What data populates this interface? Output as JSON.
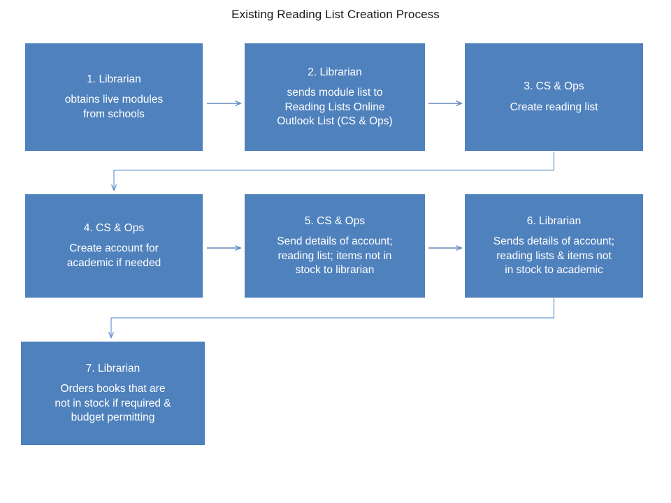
{
  "title": "Existing Reading List Creation Process",
  "theme": {
    "box_fill": "#4F81BD",
    "box_text": "#FFFFFF",
    "connector": "#5B8DC8",
    "title_color": "#1A1A1A",
    "background": "#FFFFFF"
  },
  "boxes": [
    {
      "id": "1",
      "header": "1. Librarian",
      "body": "obtains live modules\nfrom schools"
    },
    {
      "id": "2",
      "header": "2. Librarian",
      "body": "sends  module list to\nReading Lists Online\nOutlook List (CS & Ops)"
    },
    {
      "id": "3",
      "header": "3. CS & Ops",
      "body": "Create reading list"
    },
    {
      "id": "4",
      "header": "4. CS & Ops",
      "body": "Create account for\nacademic if needed"
    },
    {
      "id": "5",
      "header": "5. CS & Ops",
      "body": "Send details of account;\nreading list; items not in\nstock to librarian"
    },
    {
      "id": "6",
      "header": "6. Librarian",
      "body": "Sends details of account;\nreading lists & items not\nin stock to academic"
    },
    {
      "id": "7",
      "header": "7. Librarian",
      "body": "Orders books that are\nnot in stock if required &\nbudget permitting"
    }
  ],
  "connectors": [
    {
      "name": "arrow-1-to-2",
      "kind": "horizontal"
    },
    {
      "name": "arrow-2-to-3",
      "kind": "horizontal"
    },
    {
      "name": "arrow-3-to-4",
      "kind": "wrap-down-left"
    },
    {
      "name": "arrow-4-to-5",
      "kind": "horizontal"
    },
    {
      "name": "arrow-5-to-6",
      "kind": "horizontal"
    },
    {
      "name": "arrow-6-to-7",
      "kind": "wrap-down-left"
    }
  ]
}
